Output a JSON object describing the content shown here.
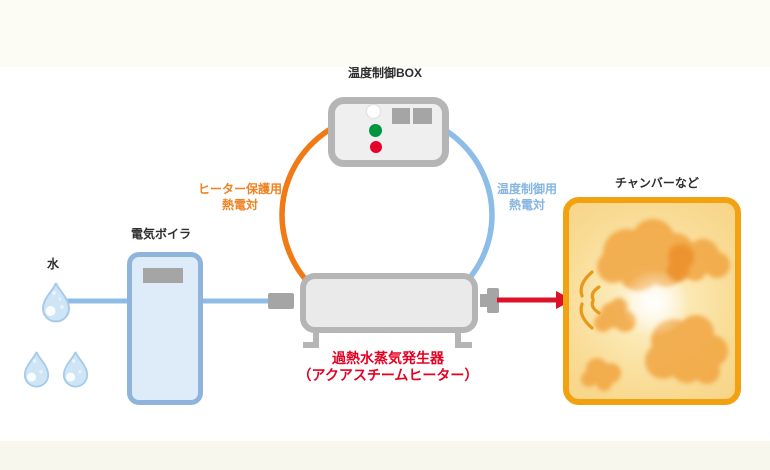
{
  "diagram": {
    "control_box": {
      "label": "温度制御BOX"
    },
    "heater_protection_tc": {
      "line1": "ヒーター保護用",
      "line2": "熱電対"
    },
    "temperature_control_tc": {
      "line1": "温度制御用",
      "line2": "熱電対"
    },
    "water": {
      "label": "水"
    },
    "boiler": {
      "label": "電気ボイラ"
    },
    "generator": {
      "line1": "過熱水蒸気発生器",
      "line2": "（アクアスチームヒーター）"
    },
    "chamber": {
      "label": "チャンバーなど"
    }
  },
  "icons": {
    "control_box": [
      "led-white-icon",
      "led-green-icon",
      "led-red-icon",
      "display-window-icon"
    ],
    "water": [
      "water-droplet-icon"
    ],
    "chamber": [
      "steam-cloud-icon",
      "steam-whoosh-icon"
    ]
  },
  "colors": {
    "heater_tc_orange": "#EF7A16",
    "control_tc_blue": "#8CBCE8",
    "steam_arrow_red": "#DC1228",
    "generator_text_red": "#E60021",
    "device_gray": "#B5B5B5",
    "boiler_blue": "#8FB4DC",
    "chamber_orange": "#F2A110",
    "water_line_blue": "#8FBCE4",
    "led_green": "#00963E",
    "led_red": "#E6002D",
    "text_dark": "#2E2E2E"
  }
}
